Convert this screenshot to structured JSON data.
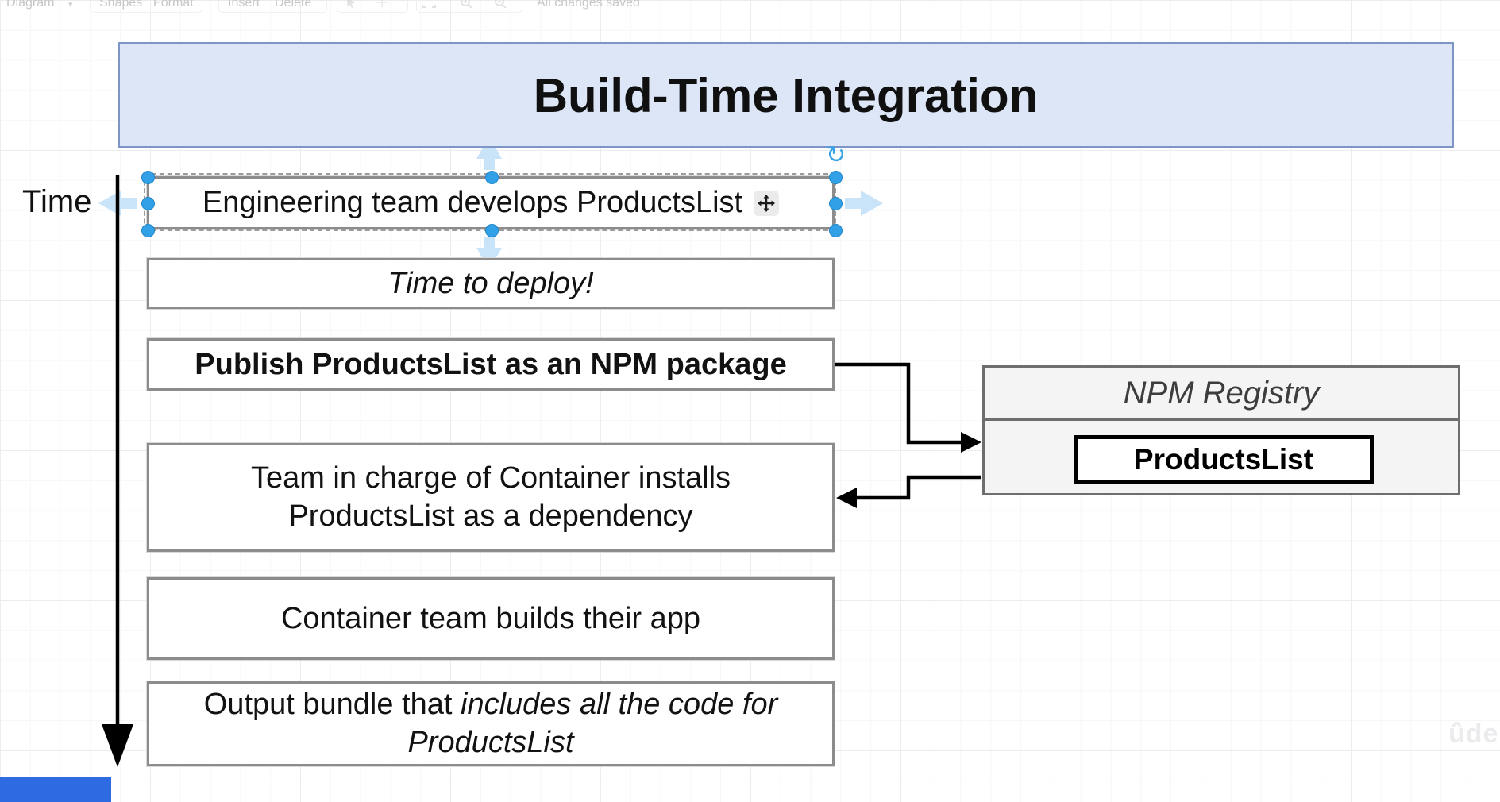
{
  "toolbar": {
    "menu": "Diagram",
    "items": [
      "Shapes",
      "Format",
      "Insert",
      "Delete"
    ],
    "status": "All changes saved"
  },
  "canvas": {
    "title": "Build-Time Integration",
    "time_axis_label": "Time",
    "steps": [
      {
        "text": "Engineering team develops ProductsList",
        "selected": true
      },
      {
        "text": "Time to deploy!",
        "style": "italic"
      },
      {
        "text": "Publish ProductsList as an NPM package",
        "style": "bold"
      },
      {
        "text": "Team in charge of Container installs ProductsList as a dependency"
      },
      {
        "text": "Container team builds their app"
      },
      {
        "text_regular": "Output bundle that ",
        "text_italic": "includes all the code for ProductsList"
      }
    ],
    "registry": {
      "header": "NPM Registry",
      "package": "ProductsList"
    }
  },
  "watermark": "ûdemy",
  "colors": {
    "title_fill": "#dce6f7",
    "title_border": "#7d95c7",
    "box_border": "#8c8c8c",
    "registry_fill": "#f4f4f4",
    "selection_handle": "#32a0e6",
    "selection_arrow": "#c9e3f8",
    "connector": "#000000",
    "progress_bar": "#2e6ae2"
  }
}
